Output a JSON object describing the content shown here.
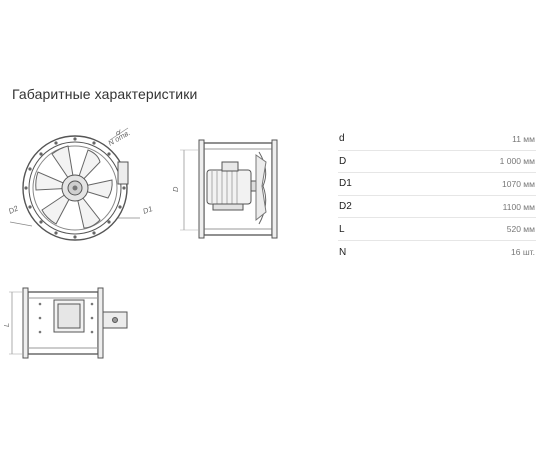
{
  "title": "Габаритные характеристики",
  "drawing_labels": {
    "d": "d",
    "n_holes": "N отв.",
    "d2": "D2",
    "d1": "D1",
    "D": "D",
    "L": "L"
  },
  "specs": [
    {
      "key": "d",
      "value": "11 мм"
    },
    {
      "key": "D",
      "value": "1 000 мм"
    },
    {
      "key": "D1",
      "value": "1070 мм"
    },
    {
      "key": "D2",
      "value": "1100 мм"
    },
    {
      "key": "L",
      "value": "520 мм"
    },
    {
      "key": "N",
      "value": "16 шт."
    }
  ]
}
